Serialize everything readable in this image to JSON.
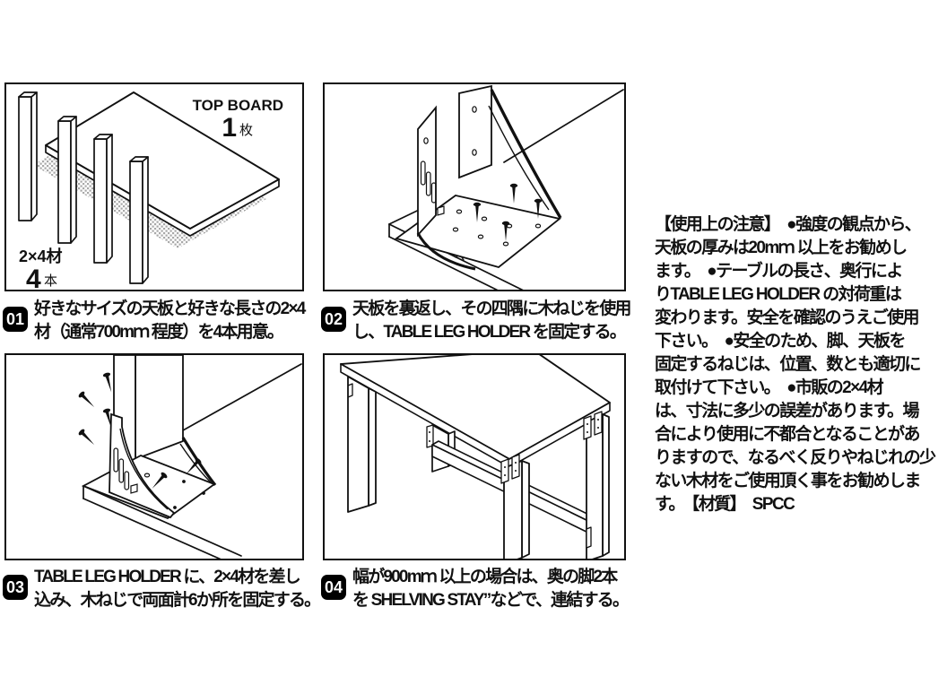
{
  "colors": {
    "ink": "#111111",
    "paper": "#ffffff",
    "shadow_stipple": "#a8a8a8",
    "badge_bg": "#000000",
    "badge_fg": "#ffffff"
  },
  "panels": [
    {
      "number": "01",
      "caption_lines": [
        "好きなサイズの天板と好きな長さの2×4",
        "材（通常700mｍ 程度）を4本用意。"
      ],
      "labels": {
        "top_board": "TOP BOARD",
        "board_count": "1",
        "board_unit": "枚",
        "lumber": "2×4材",
        "lumber_count": "4",
        "lumber_unit": "本"
      }
    },
    {
      "number": "02",
      "caption_lines": [
        "天板を裏返し、その四隅に木ねじを使用",
        "し、TABLE LEG HOLDER を固定する。"
      ]
    },
    {
      "number": "03",
      "caption_lines": [
        "TABLE LEG HOLDER に、2×4材を差し",
        "込み、木ねじで両面計6か所を固定する。"
      ]
    },
    {
      "number": "04",
      "caption_lines": [
        "幅が900mｍ 以上の場合は、奥の脚2本",
        "を SHELVING STAY”などで、連結する。"
      ]
    }
  ],
  "notes": {
    "lines": [
      "【使用上の注意】　●強度の観点から、",
      "天板の厚みは20mｍ 以上をお勧めし",
      "ます。　●テーブルの長さ、奥行によ",
      "りTABLE LEG HOLDER の対荷重は",
      "変わります。安全を確認のうえご使用",
      "下さい。　●安全のため、脚、天板を",
      "固定するねじは、位置、数とも適切に",
      "取付けて下さい。　●市販の2×4材",
      "は、寸法に多少の誤差があります。場",
      "合により使用に不都合となることがあ",
      "りますので、なるべく反りやねじれの少",
      "ない木材をご使用頂く事をお勧めしま",
      "す。　【材質】　SPCC"
    ]
  }
}
